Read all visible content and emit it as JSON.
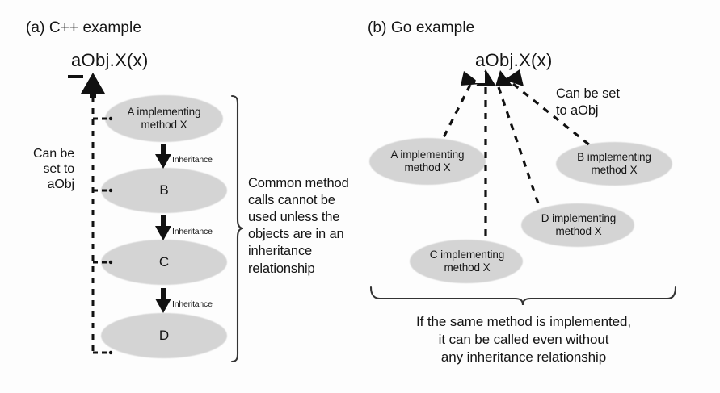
{
  "figure": {
    "background": "#fdfdfd",
    "ellipse_fill": "#d4d4d4",
    "stroke": "#1a1a1a"
  },
  "panel_a": {
    "title": "(a) C++ example",
    "call_label": "aObj.X(x)",
    "left_note": "Can be\nset to\naObj",
    "brace_note": "Common method\ncalls cannot be\nused unless the\nobjects are in an\ninheritance\nrelationship",
    "nodes": [
      {
        "id": "A",
        "label": "A implementing\nmethod X",
        "size": "small"
      },
      {
        "id": "B",
        "label": "B",
        "size": "big"
      },
      {
        "id": "C",
        "label": "C",
        "size": "big"
      },
      {
        "id": "D",
        "label": "D",
        "size": "big"
      }
    ],
    "edges": [
      {
        "from": "A",
        "to": "B",
        "label": "Inheritance"
      },
      {
        "from": "B",
        "to": "C",
        "label": "Inheritance"
      },
      {
        "from": "C",
        "to": "D",
        "label": "Inheritance"
      }
    ]
  },
  "panel_b": {
    "title": "(b) Go example",
    "call_label": "aObj.X(x)",
    "side_note": "Can be set\nto aObj",
    "bottom_note": "If the same method is implemented,\nit can be called even without\nany inheritance relationship",
    "nodes": [
      {
        "id": "A",
        "label": "A implementing\nmethod X"
      },
      {
        "id": "B",
        "label": "B implementing\nmethod X"
      },
      {
        "id": "C",
        "label": "C implementing\nmethod X"
      },
      {
        "id": "D",
        "label": "D implementing\nmethod X"
      }
    ]
  }
}
